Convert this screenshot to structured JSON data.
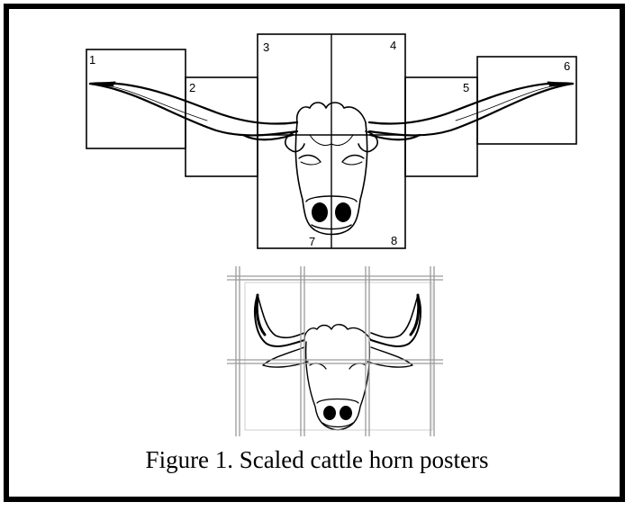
{
  "figure": {
    "caption": "Figure 1. Scaled cattle horn posters",
    "top_diagram": {
      "panel_numbers": [
        "1",
        "2",
        "3",
        "4",
        "5",
        "6",
        "7",
        "8"
      ],
      "description_icon": "longhorn-head-icon"
    },
    "bottom_diagram": {
      "grid_rows": 3,
      "grid_cols": 3,
      "description_icon": "bull-head-icon"
    }
  },
  "colors": {
    "border": "#000000",
    "grid": "#9a9a9a",
    "ink": "#000000"
  }
}
